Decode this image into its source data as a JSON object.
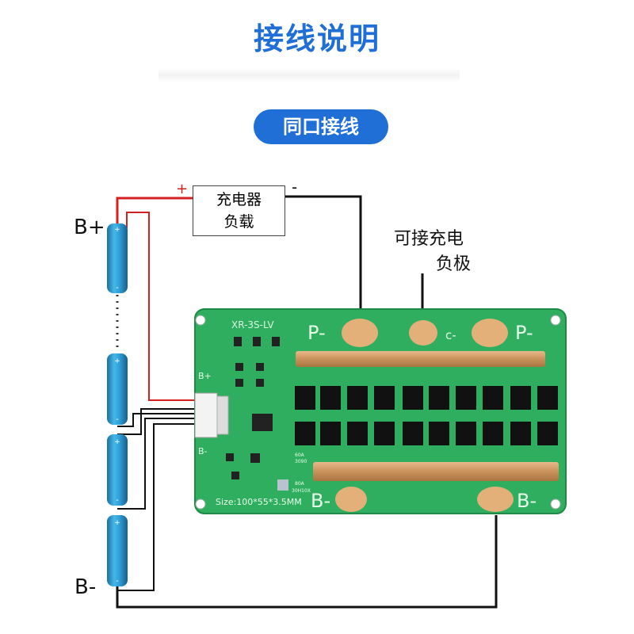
{
  "page": {
    "title": "接线说明",
    "subtitle": "同口接线"
  },
  "labels": {
    "b_plus": "B+",
    "b_minus": "B-",
    "load_line1": "充电器",
    "load_line2": "负载",
    "plus_sign": "+",
    "minus_sign": "-",
    "c_note_line1": "可接充电",
    "c_note_line2": "负极"
  },
  "board": {
    "model": "XR-3S-LV",
    "pad_p_left": "P-",
    "pad_c": "c-",
    "pad_p_right": "P-",
    "pad_b_left": "B-",
    "pad_b_right": "B-",
    "silk_bplus": "B+",
    "silk_bminus": "B-",
    "size_text": "Size:100*55*3.5MM",
    "small_text_1": "60A",
    "small_text_2": "3090",
    "small_text_3": "80A",
    "small_text_4": "30H10X"
  },
  "colors": {
    "accent": "#1f6fd6",
    "board_green": "#2fae5f",
    "wire_red": "#d42020",
    "wire_black": "#111111",
    "battery_blue": "#2f9fd6",
    "pad_copper": "#e4b07a"
  }
}
